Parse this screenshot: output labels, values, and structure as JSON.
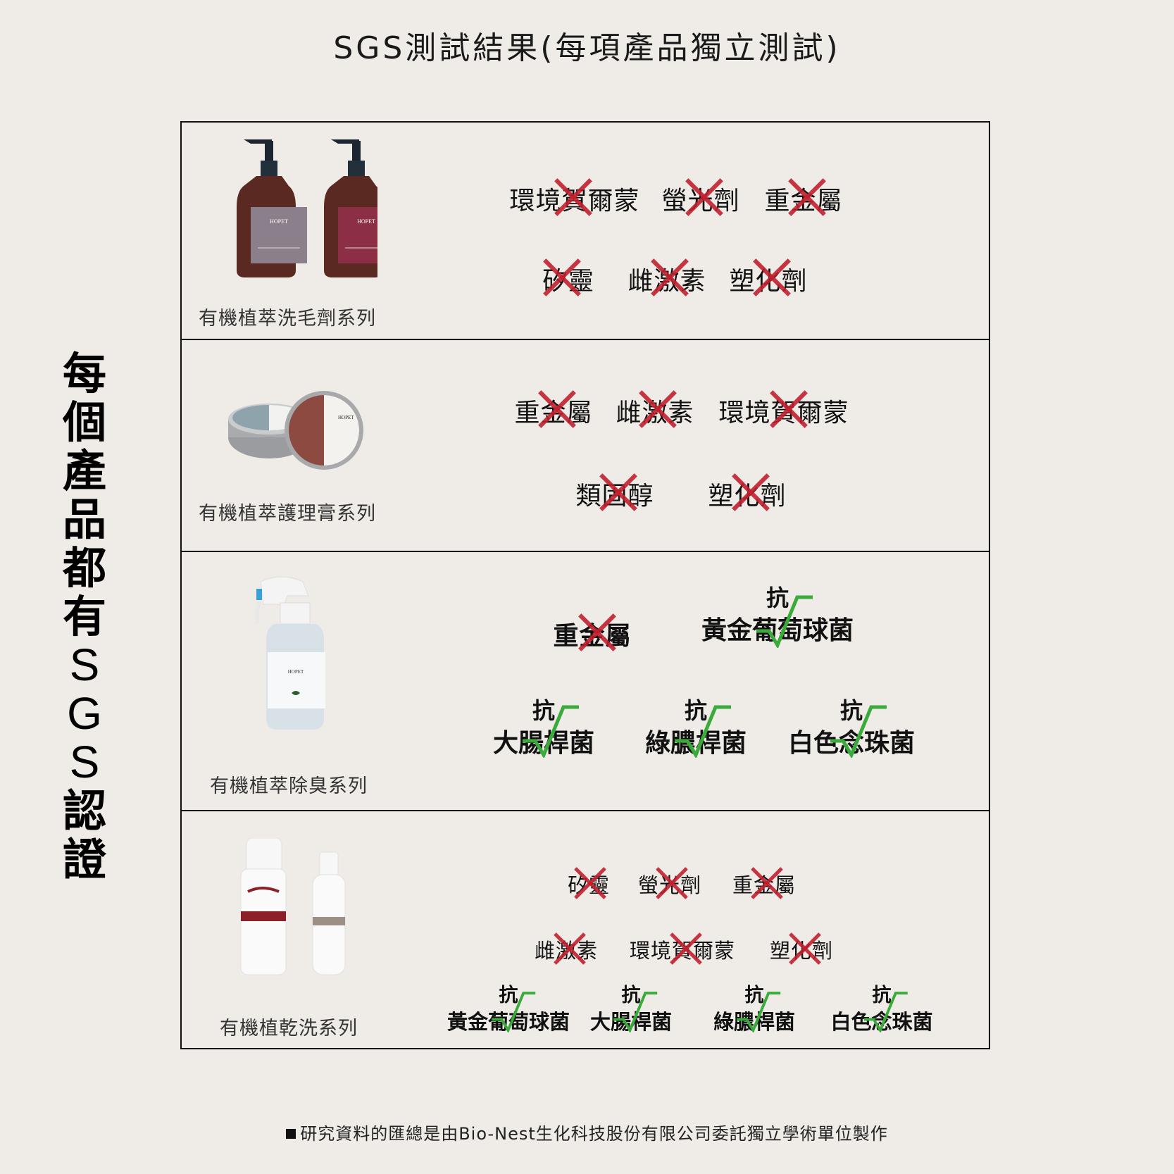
{
  "header": {
    "title": "SGS測試結果(每項產品獨立測試)"
  },
  "side_caption": [
    "每",
    "個",
    "產",
    "品",
    "都",
    "有",
    "S",
    "G",
    "S",
    "認",
    "證"
  ],
  "colors": {
    "background": "#efebe7",
    "fail_mark": "#c0202e",
    "pass_mark": "#3aaa3a",
    "border": "#111111"
  },
  "rows": [
    {
      "label": "有機植萃洗毛劑系列",
      "image": "shampoo-bottles",
      "free_of": [
        [
          "環境賀爾蒙",
          "螢光劑",
          "重金屬"
        ],
        [
          "矽靈",
          "雌激素",
          "塑化劑"
        ]
      ],
      "anti": []
    },
    {
      "label": "有機植萃護理膏系列",
      "image": "balm-tins",
      "free_of": [
        [
          "重金屬",
          "雌激素",
          "環境賀爾蒙"
        ],
        [
          "類固醇",
          "塑化劑"
        ]
      ],
      "anti": []
    },
    {
      "label": "有機植萃除臭系列",
      "image": "deodorant-spray-bottle",
      "free_of": [
        [
          "重金屬"
        ]
      ],
      "anti_prefix": "抗",
      "anti": [
        "黃金葡萄球菌",
        "大腸桿菌",
        "綠膿桿菌",
        "白色念珠菌"
      ]
    },
    {
      "label": "有機植乾洗系列",
      "image": "dry-wash-bottles",
      "free_of": [
        [
          "矽靈",
          "螢光劑",
          "重金屬"
        ],
        [
          "雌激素",
          "環境賀爾蒙",
          "塑化劑"
        ]
      ],
      "anti_prefix": "抗",
      "anti": [
        "黃金葡萄球菌",
        "大腸桿菌",
        "綠膿桿菌",
        "白色念珠菌"
      ]
    }
  ],
  "footer": {
    "note": "研究資料的匯總是由Bio-Nest生化科技股份有限公司委託獨立學術單位製作"
  }
}
